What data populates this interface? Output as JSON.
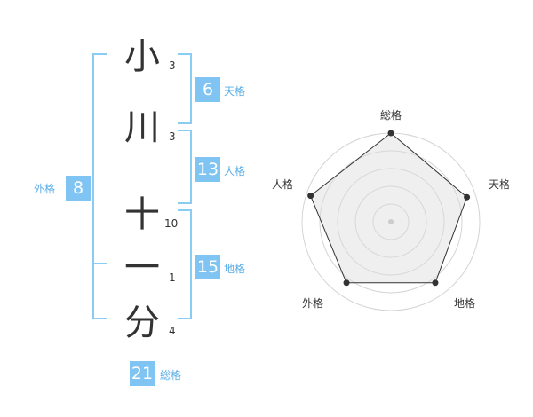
{
  "name_chars": [
    {
      "char": "小",
      "strokes": "3"
    },
    {
      "char": "川",
      "strokes": "3"
    },
    {
      "char": "十",
      "strokes": "10"
    },
    {
      "char": "一",
      "strokes": "1"
    },
    {
      "char": "分",
      "strokes": "4"
    }
  ],
  "fortunes": {
    "tenkaku": {
      "value": "6",
      "label": "天格"
    },
    "jinkaku": {
      "value": "13",
      "label": "人格"
    },
    "chikaku": {
      "value": "15",
      "label": "地格"
    },
    "gaikaku": {
      "value": "8",
      "label": "外格"
    },
    "soukaku": {
      "value": "21",
      "label": "総格"
    }
  },
  "radar": {
    "axes": [
      "総格",
      "天格",
      "地格",
      "外格",
      "人格"
    ],
    "values": [
      1.0,
      0.9,
      0.85,
      0.85,
      0.95
    ],
    "ring_count": 5
  },
  "colors": {
    "accent": "#7fc4f2",
    "bracket": "#8acdf4",
    "label": "#5aaee8"
  }
}
